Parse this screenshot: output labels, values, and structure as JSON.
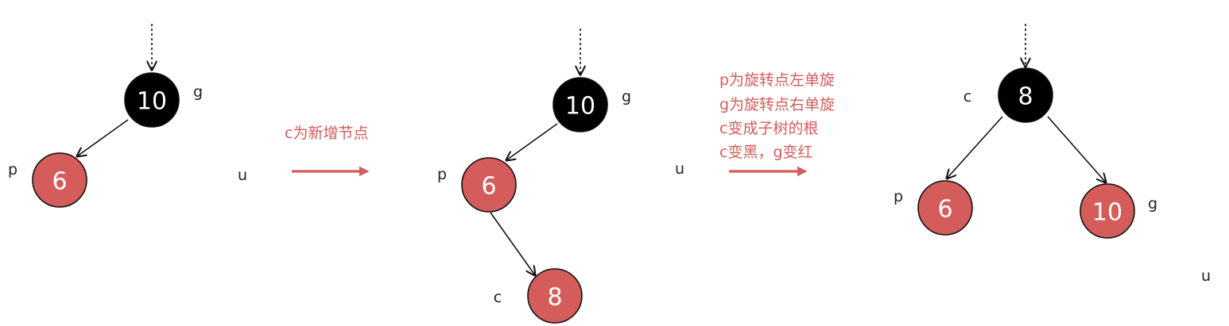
{
  "colors": {
    "black_node": "#000000",
    "red_node": "#d45d5c",
    "node_stroke": "#111111",
    "edge": "#111111",
    "arrow": "#d45d5c",
    "note_text": "#d45d5c"
  },
  "stages": [
    {
      "nodes": [
        {
          "id": "s1-g",
          "value": "10",
          "color": "black",
          "tag": "g"
        },
        {
          "id": "s1-p",
          "value": "6",
          "color": "red",
          "tag": "p"
        }
      ],
      "extra_tags": [
        {
          "id": "s1-u",
          "text": "u"
        }
      ]
    },
    {
      "nodes": [
        {
          "id": "s2-g",
          "value": "10",
          "color": "black",
          "tag": "g"
        },
        {
          "id": "s2-p",
          "value": "6",
          "color": "red",
          "tag": "p"
        },
        {
          "id": "s2-c",
          "value": "8",
          "color": "red",
          "tag": "c"
        }
      ],
      "extra_tags": [
        {
          "id": "s2-u",
          "text": "u"
        }
      ]
    },
    {
      "nodes": [
        {
          "id": "s3-c",
          "value": "8",
          "color": "black",
          "tag": "c"
        },
        {
          "id": "s3-p",
          "value": "6",
          "color": "red",
          "tag": "p"
        },
        {
          "id": "s3-g",
          "value": "10",
          "color": "red",
          "tag": "g"
        }
      ],
      "extra_tags": [
        {
          "id": "s3-u",
          "text": "u"
        }
      ]
    }
  ],
  "transitions": [
    {
      "lines": [
        "c为新增节点"
      ]
    },
    {
      "lines": [
        "p为旋转点左单旋",
        "g为旋转点右单旋",
        "c变成子树的根",
        "c变黑，g变红"
      ]
    }
  ]
}
